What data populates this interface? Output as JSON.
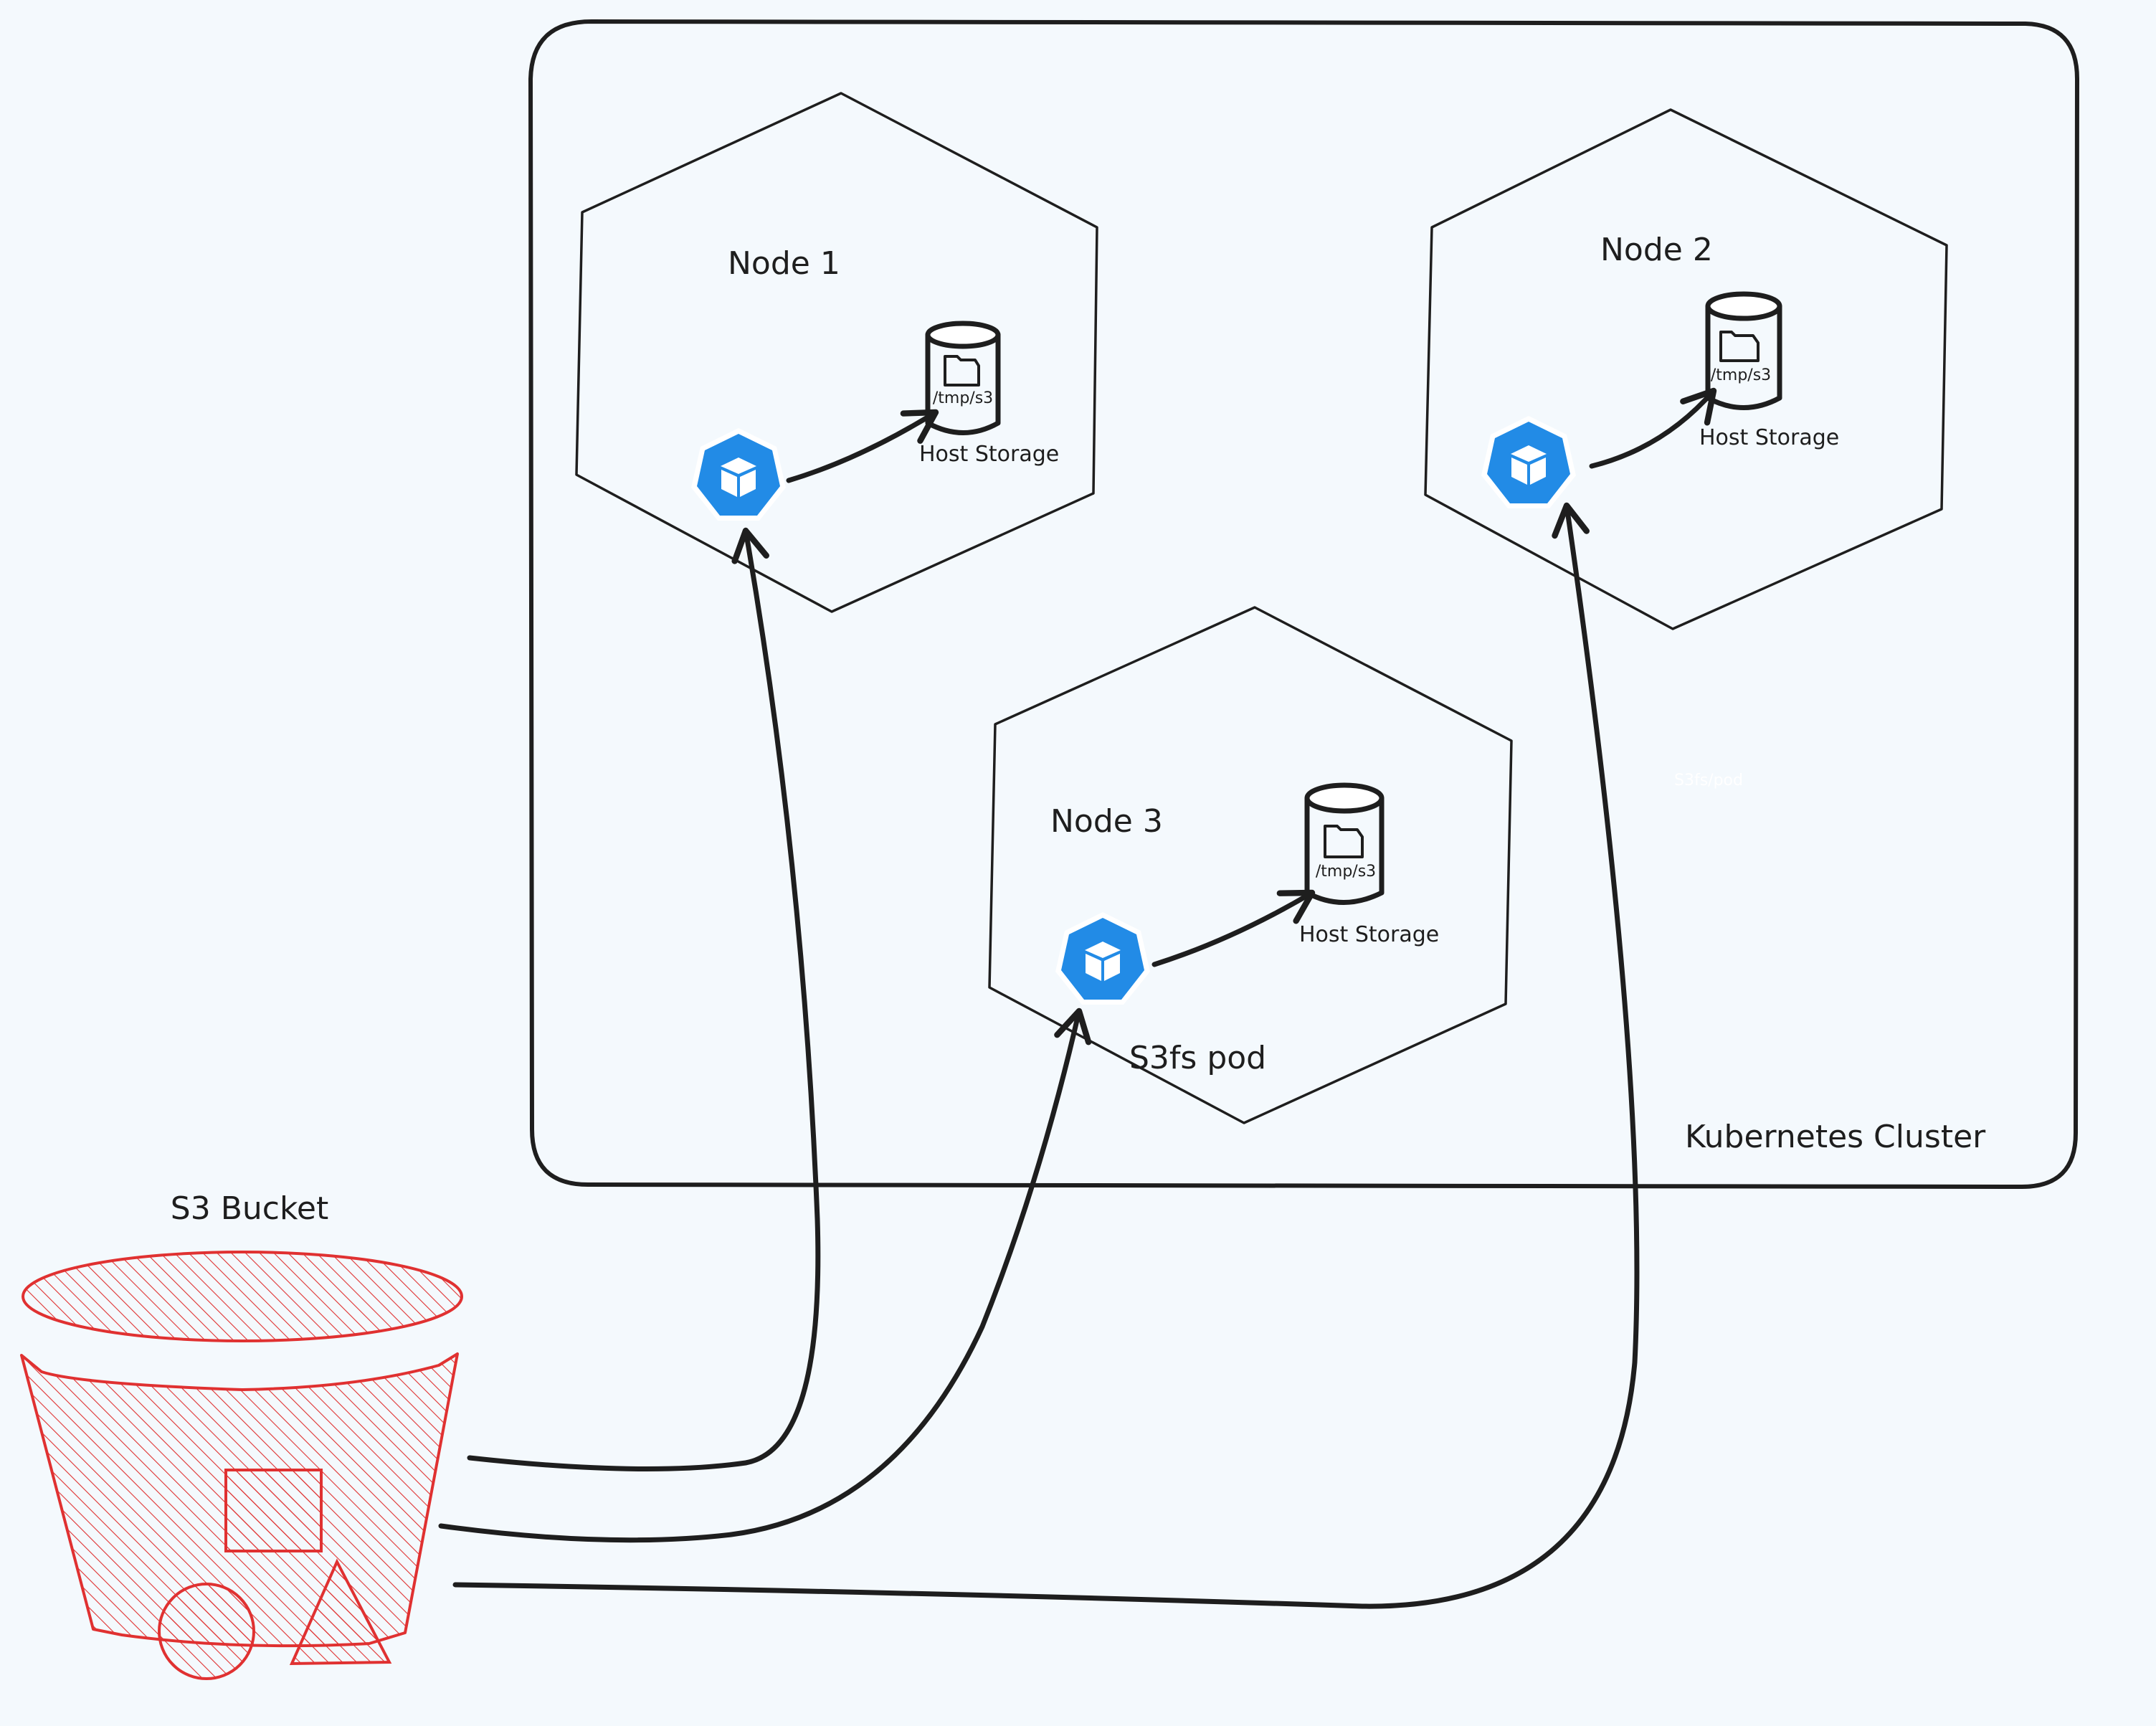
{
  "colors": {
    "background": "#f4f9fd",
    "ink": "#1e1e1e",
    "bucket_red": "#e03131",
    "pod_blue": "#228be6",
    "hidden_text": "#ffffff"
  },
  "cluster": {
    "label": "Kubernetes Cluster",
    "hidden_label": "S3fs/pod"
  },
  "nodes": [
    {
      "id": "node-1",
      "title": "Node 1",
      "storage_path": "/tmp/s3",
      "storage_label": "Host Storage",
      "pod_icon": "kubernetes-pod-icon"
    },
    {
      "id": "node-2",
      "title": "Node 2",
      "storage_path": "/tmp/s3",
      "storage_label": "Host Storage",
      "pod_icon": "kubernetes-pod-icon"
    },
    {
      "id": "node-3",
      "title": "Node 3",
      "storage_path": "/tmp/s3",
      "storage_label": "Host Storage",
      "pod_icon": "kubernetes-pod-icon",
      "pod_label": "S3fs pod"
    }
  ],
  "bucket": {
    "label": "S3 Bucket",
    "icon": "s3-bucket-icon",
    "shapes": [
      "square",
      "circle",
      "triangle"
    ]
  },
  "connections": [
    {
      "from": "S3 Bucket",
      "to": "Node 1 pod"
    },
    {
      "from": "S3 Bucket",
      "to": "Node 3 pod"
    },
    {
      "from": "S3 Bucket",
      "to": "Node 2 pod"
    },
    {
      "from": "Node 1 pod",
      "to": "Node 1 Host Storage"
    },
    {
      "from": "Node 2 pod",
      "to": "Node 2 Host Storage"
    },
    {
      "from": "Node 3 pod",
      "to": "Node 3 Host Storage"
    }
  ]
}
